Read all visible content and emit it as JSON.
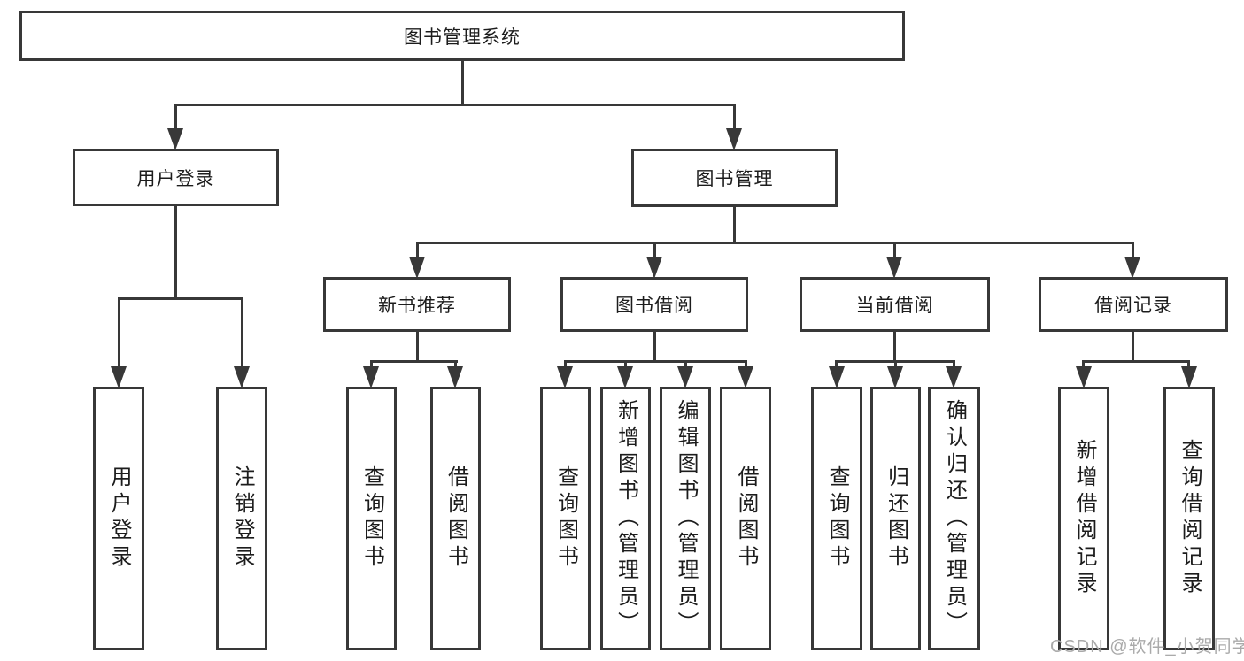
{
  "nodes": {
    "root": "图书管理系统",
    "user_login": "用户登录",
    "book_mgmt": "图书管理",
    "new_book": "新书推荐",
    "book_borrow": "图书借阅",
    "current_borrow": "当前借阅",
    "borrow_record": "借阅记录"
  },
  "leaves": {
    "user_login": [
      "用户登录",
      "注销登录"
    ],
    "new_book": [
      "查询图书",
      "借阅图书"
    ],
    "book_borrow": [
      "查询图书",
      "新增图书（管理员）",
      "编辑图书（管理员）",
      "借阅图书"
    ],
    "current_borrow": [
      "查询图书",
      "归还图书",
      "确认归还（管理员）"
    ],
    "borrow_record": [
      "新增借阅记录",
      "查询借阅记录"
    ]
  },
  "watermark": "CSDN @软件_小贺同学",
  "colors": {
    "line": "#383838",
    "watermark": "#aaaaaa",
    "background": "#ffffff"
  }
}
